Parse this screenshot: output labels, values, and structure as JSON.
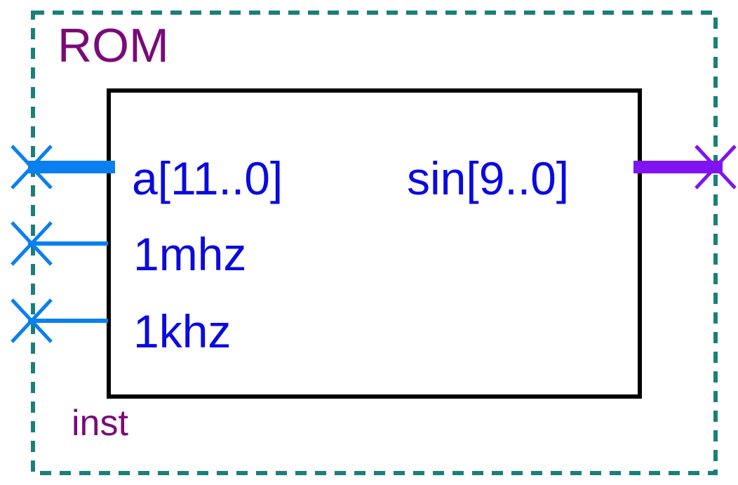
{
  "block": {
    "title": "ROM",
    "instance_name": "inst"
  },
  "ports": {
    "inputs": [
      {
        "id": "a",
        "label": "a[11..0]",
        "bus": true
      },
      {
        "id": "1mhz",
        "label": "1mhz",
        "bus": false
      },
      {
        "id": "1khz",
        "label": "1khz",
        "bus": false
      }
    ],
    "outputs": [
      {
        "id": "sin",
        "label": "sin[9..0]",
        "bus": true
      }
    ]
  },
  "colors": {
    "instance_border": "#1a7f7a",
    "block_border": "#000000",
    "title_text": "#7a0a7a",
    "port_text": "#0a0ae0",
    "input_wire": "#0a7ff0",
    "output_wire": "#7f14f0",
    "background": "#ffffff"
  },
  "icons": {
    "pin_marker": "x-pin-icon"
  }
}
